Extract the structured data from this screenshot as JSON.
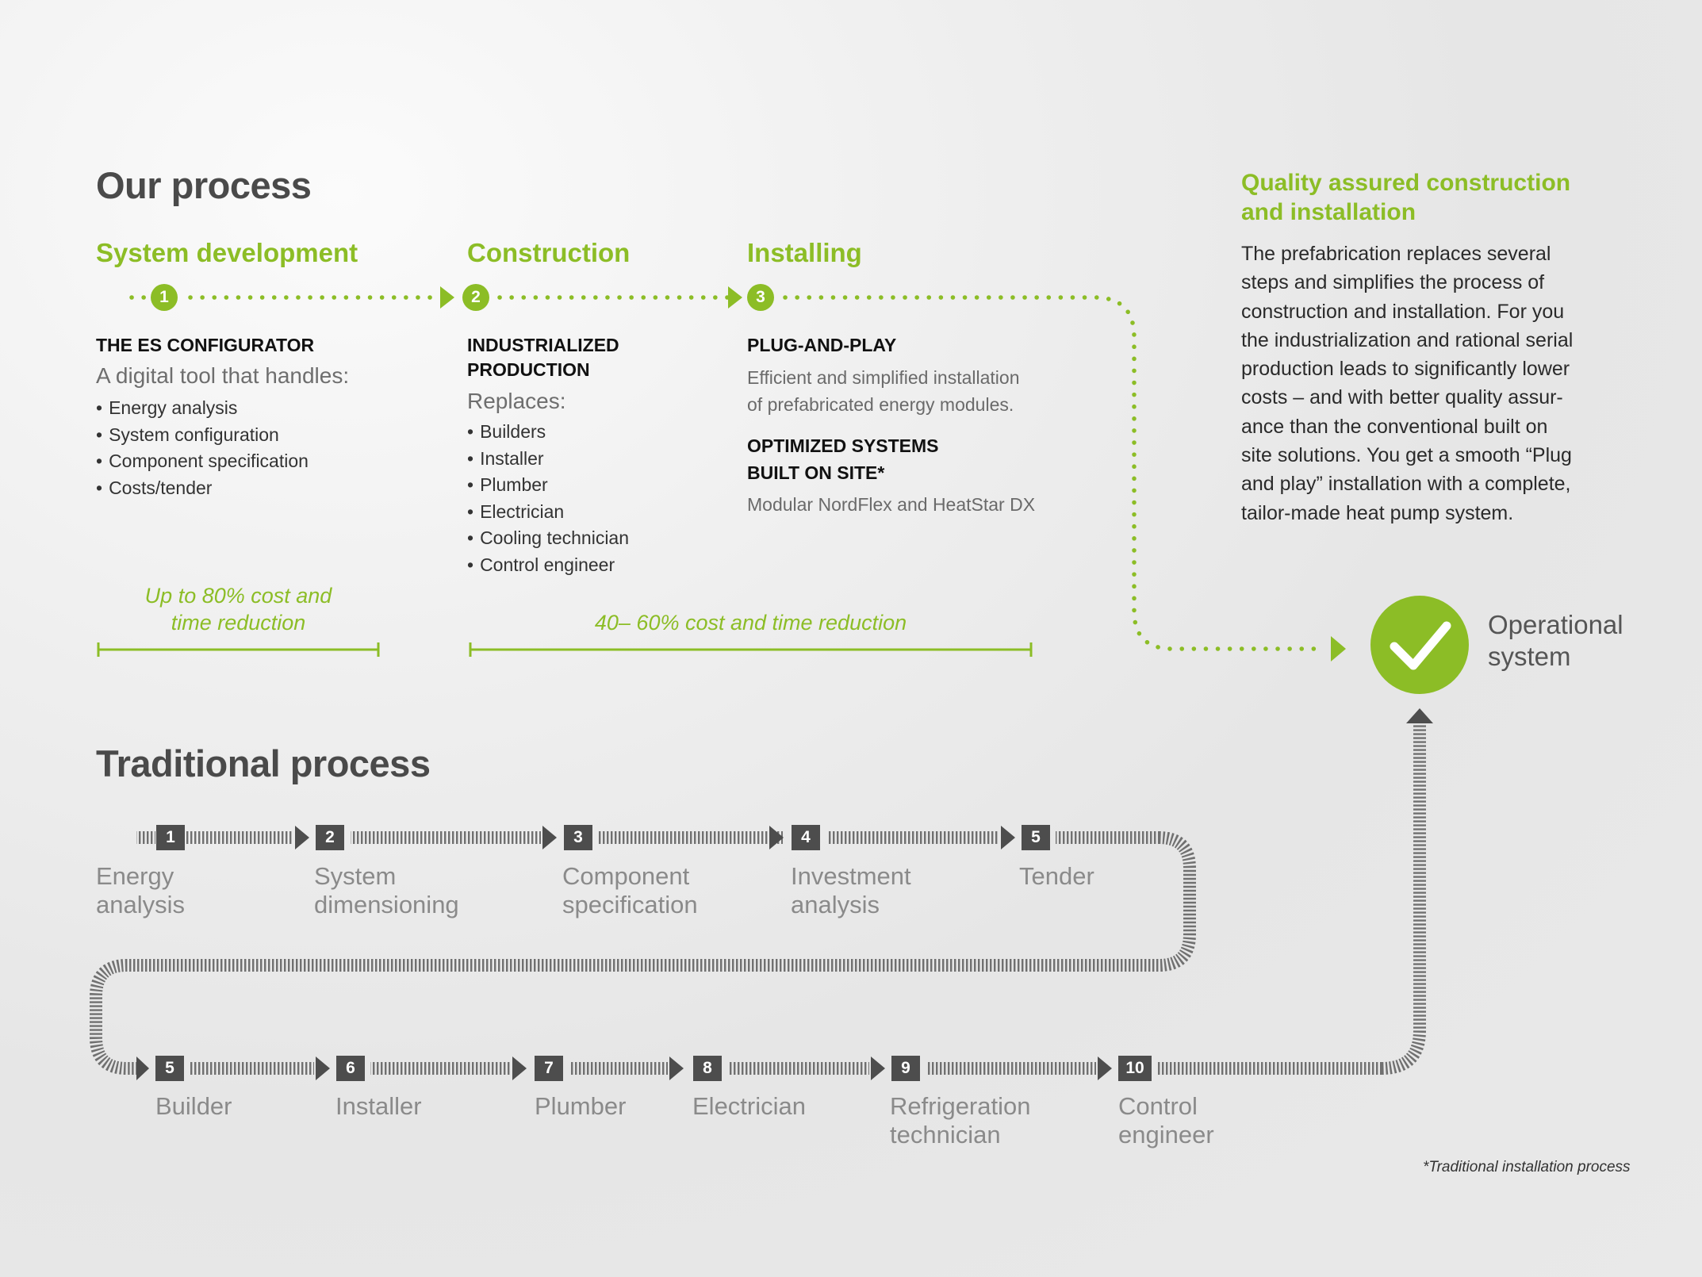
{
  "our_process": {
    "title": "Our process",
    "stages": [
      {
        "heading": "System development",
        "step": "1"
      },
      {
        "heading": "Construction",
        "step": "2"
      },
      {
        "heading": "Installing",
        "step": "3"
      }
    ],
    "system_development": {
      "label": "THE ES CONFIGURATOR",
      "subtitle": "A digital tool that handles:",
      "items": [
        "Energy analysis",
        "System configuration",
        "Component specification",
        "Costs/tender"
      ]
    },
    "construction": {
      "label_line1": "INDUSTRIALIZED",
      "label_line2": "PRODUCTION",
      "subtitle": "Replaces:",
      "items": [
        "Builders",
        "Installer",
        "Plumber",
        "Electrician",
        "Cooling technician",
        "Control engineer"
      ]
    },
    "installing": {
      "label": "PLUG-AND-PLAY",
      "desc_line1": "Efficient and simplified installation",
      "desc_line2": "of prefabricated energy modules.",
      "label2_line1": "OPTIMIZED SYSTEMS",
      "label2_line2": "BUILT ON SITE*",
      "desc2": "Modular NordFlex and HeatStar DX"
    },
    "reduction1_line1": "Up to 80% cost and",
    "reduction1_line2": "time reduction",
    "reduction2": "40– 60% cost and time reduction"
  },
  "quality": {
    "title_line1": "Quality assured construction",
    "title_line2": "and installation",
    "body_lines": [
      "The prefabrication replaces several",
      "steps and simplifies the process of",
      "construction and installation. For you",
      "the industrialization and rational serial",
      "production leads to significantly lower",
      "costs – and with better quality assur-",
      "ance than the conventional built on",
      "site solutions. You get a smooth “Plug",
      "and play” installation with a complete,",
      "tailor-made heat pump system."
    ]
  },
  "operational": {
    "line1": "Operational",
    "line2": "system",
    "icon": "checkmark-icon"
  },
  "traditional": {
    "title": "Traditional process",
    "row1": [
      {
        "num": "1",
        "line1": "Energy",
        "line2": "analysis"
      },
      {
        "num": "2",
        "line1": "System",
        "line2": "dimensioning"
      },
      {
        "num": "3",
        "line1": "Component",
        "line2": "specification"
      },
      {
        "num": "4",
        "line1": "Investment",
        "line2": "analysis"
      },
      {
        "num": "5",
        "line1": "Tender",
        "line2": ""
      }
    ],
    "row2": [
      {
        "num": "5",
        "line1": "Builder",
        "line2": ""
      },
      {
        "num": "6",
        "line1": "Installer",
        "line2": ""
      },
      {
        "num": "7",
        "line1": "Plumber",
        "line2": ""
      },
      {
        "num": "8",
        "line1": "Electrician",
        "line2": ""
      },
      {
        "num": "9",
        "line1": "Refrigeration",
        "line2": "technician"
      },
      {
        "num": "10",
        "line1": "Control",
        "line2": "engineer"
      }
    ]
  },
  "footnote": "*Traditional installation process",
  "colors": {
    "green": "#8cbd26",
    "grey": "#595959",
    "dark_box": "#4d4d4d"
  }
}
